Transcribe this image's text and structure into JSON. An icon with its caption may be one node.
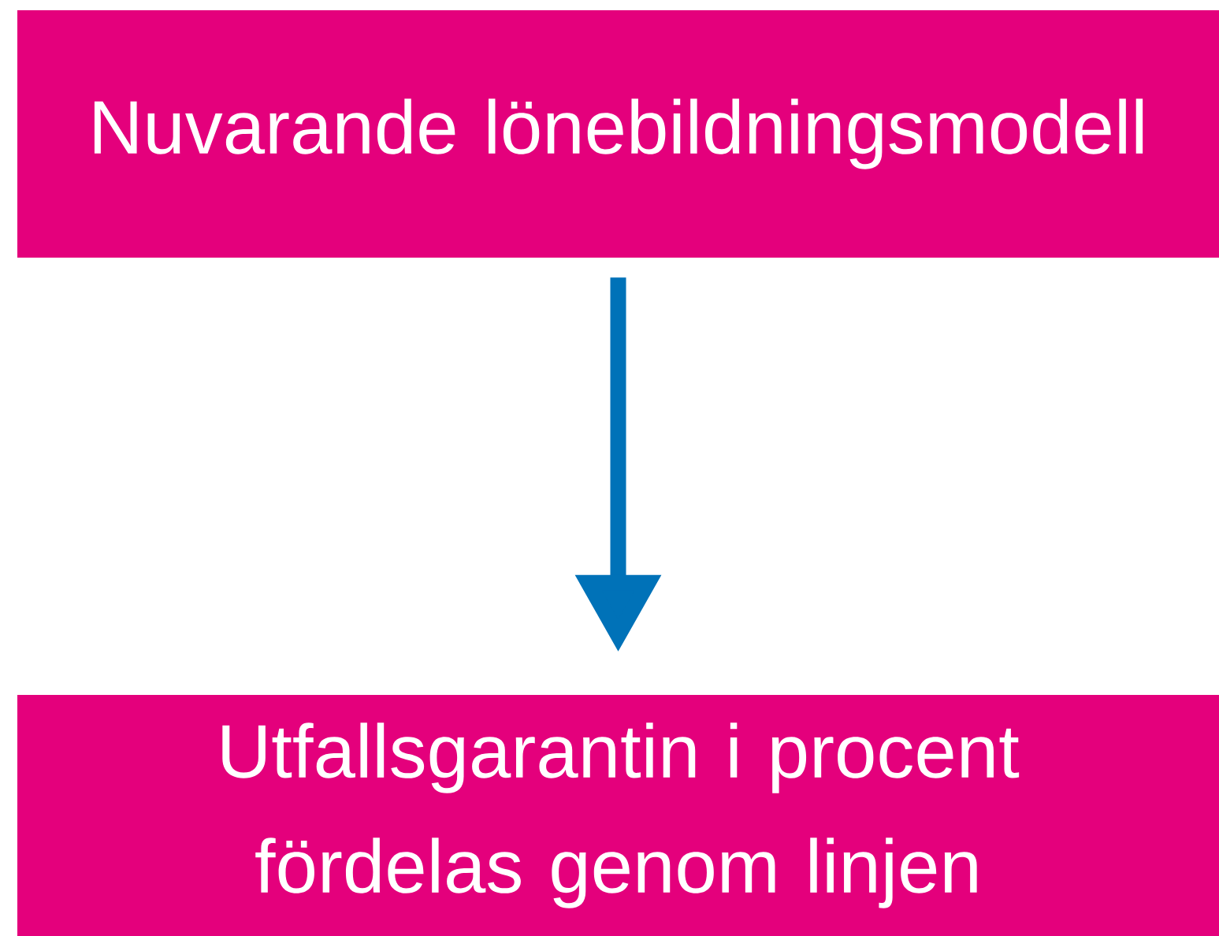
{
  "diagram": {
    "nodes": [
      {
        "text": [
          "Nuvarande lönebildningsmodell"
        ]
      },
      {
        "text": [
          "Utfallsgarantin i procent fördelas genom linjen"
        ]
      }
    ],
    "edges": [
      {
        "from": 0,
        "to": 1,
        "arrow": "to"
      }
    ]
  }
}
